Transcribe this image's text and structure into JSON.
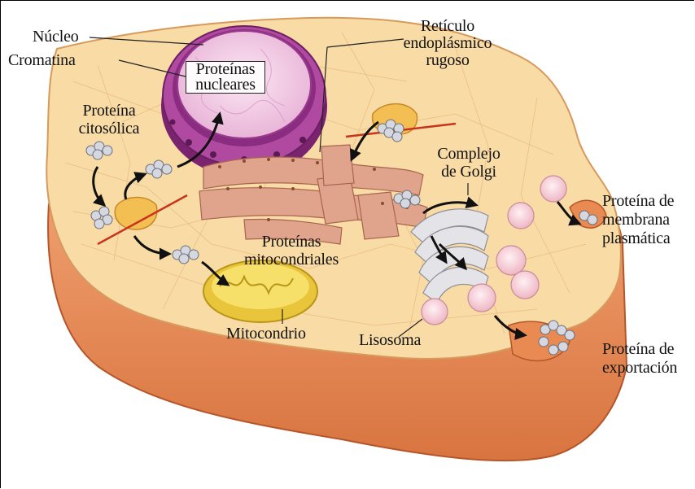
{
  "labels": {
    "nucleo": "Núcleo",
    "cromatina": "Cromatina",
    "proteinas_nucleares_1": "Proteínas",
    "proteinas_nucleares_2": "nucleares",
    "reticulo_1": "Retículo",
    "reticulo_2": "endoplásmico",
    "reticulo_3": "rugoso",
    "proteina_citosolica_1": "Proteína",
    "proteina_citosolica_2": "citosólica",
    "complejo_golgi_1": "Complejo",
    "complejo_golgi_2": "de Golgi",
    "membrana_1": "Proteína de",
    "membrana_2": "membrana",
    "membrana_3": "plasmática",
    "mitocondriales_1": "Proteínas",
    "mitocondriales_2": "mitocondriales",
    "mitocondrio": "Mitocondrio",
    "lisosoma": "Lisosoma",
    "exportacion_1": "Proteína de",
    "exportacion_2": "exportación"
  },
  "colors": {
    "cytoplasm": "#f7d9a0",
    "membrane": "#e8884f",
    "membrane_dark": "#c96535",
    "nucleus_envelope": "#9b3a8e",
    "nucleoplasm": "#f2cfe6",
    "er": "#dba08a",
    "golgi": "#d8d8dc",
    "mitochondrion": "#f4d84a",
    "lysosome": "#f7d3dc",
    "protein": "#c9cdd6",
    "arrow": "#111111",
    "mrna": "#c8331c"
  }
}
